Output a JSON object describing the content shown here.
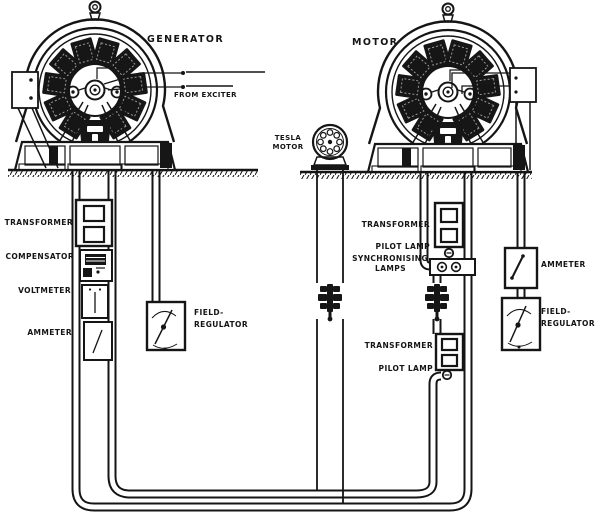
{
  "labels": {
    "generator": "GENERATOR",
    "motor": "MOTOR",
    "from_exciter": "FROM EXCITER",
    "tesla_motor_1": "TESLA",
    "tesla_motor_2": "MOTOR",
    "transformer_left": "TRANSFORMER",
    "compensator": "COMPENSATOR",
    "voltmeter": "VOLTMETER",
    "ammeter_left": "AMMETER",
    "field_regulator_left_1": "FIELD-",
    "field_regulator_left_2": "REGULATOR",
    "transformer_right_upper": "TRANSFORMER",
    "pilot_lamp_upper": "PILOT LAMP",
    "synchronising_lamps_1": "SYNCHRONISING",
    "synchronising_lamps_2": "LAMPS",
    "ammeter_right": "AMMETER",
    "field_regulator_right_1": "FIELD-",
    "field_regulator_right_2": "REGULATOR",
    "transformer_right_lower": "TRANSFORMER",
    "pilot_lamp_lower": "PILOT LAMP"
  },
  "colors": {
    "ink": "#151515",
    "paper": "#ffffff"
  }
}
